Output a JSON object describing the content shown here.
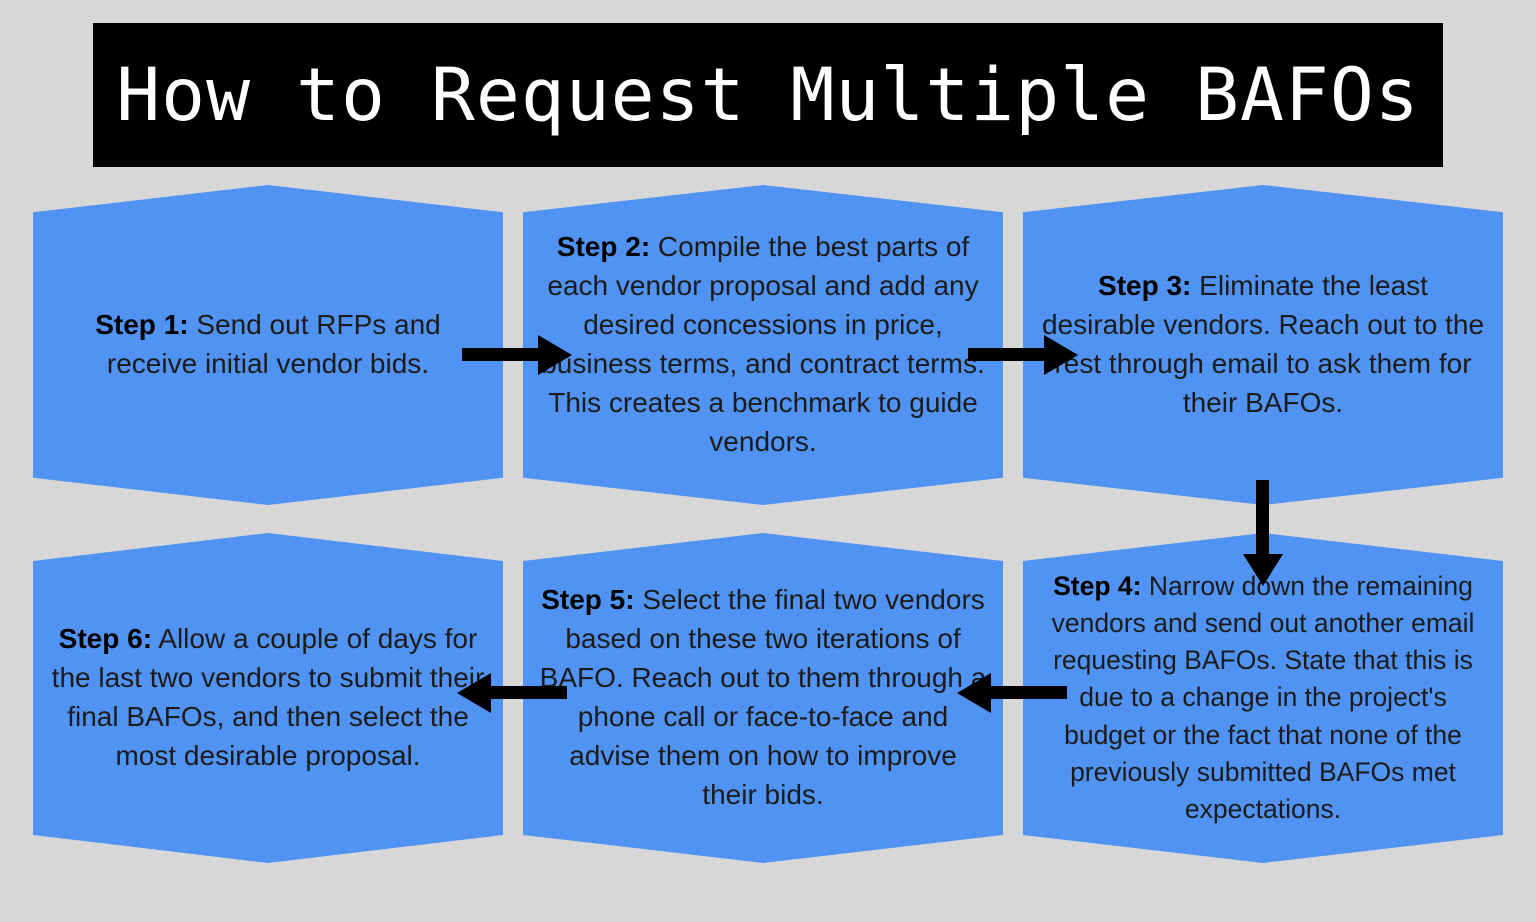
{
  "title": {
    "text": "How to Request Multiple BAFOs"
  },
  "colors": {
    "background": "#d7d7d7",
    "card": "#5093f3",
    "title_bar": "#000000",
    "title_text": "#ffffff",
    "arrow": "#000000",
    "body_text": "#1b1b1b"
  },
  "steps": [
    {
      "id": "step1",
      "label": "Step 1:",
      "text": " Send out RFPs and receive initial vendor bids."
    },
    {
      "id": "step2",
      "label": "Step 2:",
      "text": " Compile the best parts of each vendor proposal and add any desired concessions in price, business terms, and contract terms. This creates a benchmark to guide vendors."
    },
    {
      "id": "step3",
      "label": "Step 3:",
      "text": " Eliminate the least desirable vendors. Reach out to the rest through email to ask them for their BAFOs."
    },
    {
      "id": "step4",
      "label": "Step 4:",
      "text": " Narrow down the remaining vendors and send out another email requesting BAFOs. State that this is due to a change in the project's budget or the fact that none of the previously submitted BAFOs met expectations."
    },
    {
      "id": "step5",
      "label": "Step 5:",
      "text": " Select the final two vendors based on these two iterations of BAFO. Reach out to them through a phone call or face-to-face and advise them on how to improve their bids."
    },
    {
      "id": "step6",
      "label": "Step 6:",
      "text": " Allow a couple of days for the last two vendors to submit their final BAFOs, and then select the most desirable proposal."
    }
  ],
  "arrows": [
    {
      "id": "arrow-1-2",
      "from": "Step 1",
      "to": "Step 2",
      "direction": "right"
    },
    {
      "id": "arrow-2-3",
      "from": "Step 2",
      "to": "Step 3",
      "direction": "right"
    },
    {
      "id": "arrow-3-4",
      "from": "Step 3",
      "to": "Step 4",
      "direction": "down"
    },
    {
      "id": "arrow-4-5",
      "from": "Step 4",
      "to": "Step 5",
      "direction": "left"
    },
    {
      "id": "arrow-5-6",
      "from": "Step 5",
      "to": "Step 6",
      "direction": "left"
    }
  ]
}
